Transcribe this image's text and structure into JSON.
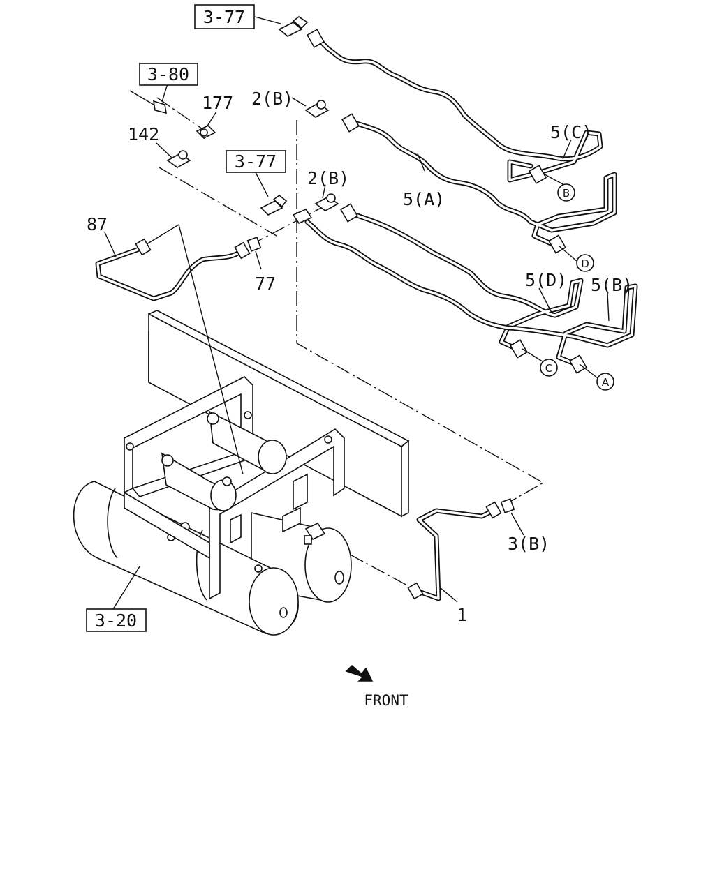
{
  "diagram": {
    "part_refs": [
      {
        "id": "ref-3-77-top",
        "label": "3-77"
      },
      {
        "id": "ref-3-80",
        "label": "3-80"
      },
      {
        "id": "ref-3-77-mid",
        "label": "3-77"
      },
      {
        "id": "ref-3-20",
        "label": "3-20"
      }
    ],
    "callouts": [
      {
        "id": "c-177",
        "label": "177"
      },
      {
        "id": "c-142",
        "label": "142"
      },
      {
        "id": "c-2b-top",
        "label": "2(B)"
      },
      {
        "id": "c-2b-mid",
        "label": "2(B)"
      },
      {
        "id": "c-5c",
        "label": "5(C)"
      },
      {
        "id": "c-5a",
        "label": "5(A)"
      },
      {
        "id": "c-87",
        "label": "87"
      },
      {
        "id": "c-77",
        "label": "77"
      },
      {
        "id": "c-5d",
        "label": "5(D)"
      },
      {
        "id": "c-5b",
        "label": "5(B)"
      },
      {
        "id": "c-3b",
        "label": "3(B)"
      },
      {
        "id": "c-1",
        "label": "1"
      }
    ],
    "connection_markers": [
      "B",
      "D",
      "C",
      "A"
    ],
    "direction_label": "FRONT"
  }
}
